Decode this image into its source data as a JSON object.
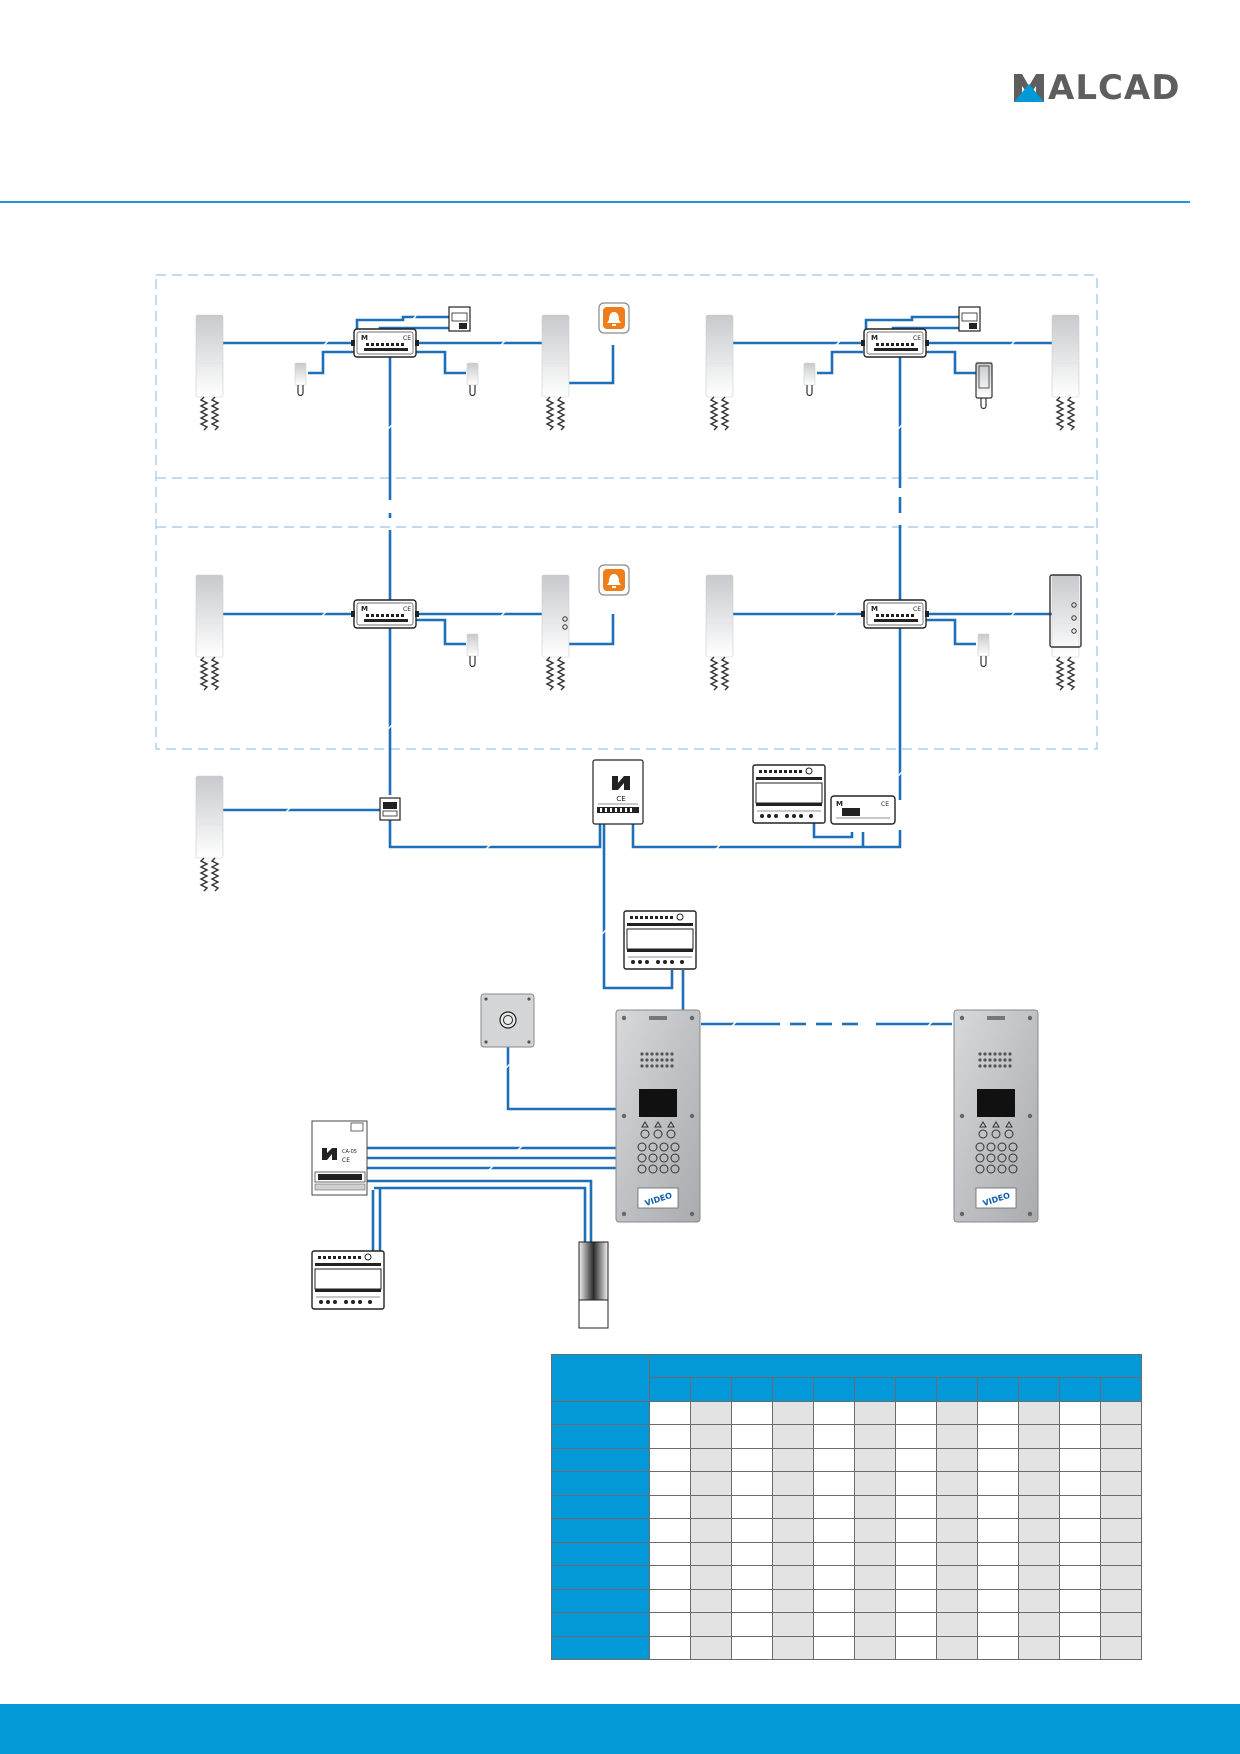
{
  "brand": {
    "name": "ALCAD",
    "logo_icon": "alcad-logo-icon",
    "color": "#0399d9",
    "text_color": "#5e5e5e"
  },
  "colors": {
    "accent": "#1a9ad9",
    "wire": "#1e6fb8",
    "boundary": "#9cc7e6",
    "table_header": "#0399d9",
    "table_alt": "#e3e3e4"
  },
  "diagram": {
    "icons": [
      "handset-monitor-icon",
      "junction-box-icon",
      "floor-switch-icon",
      "bell-button-icon",
      "power-supply-icon",
      "din-module-icon",
      "video-distributor-icon",
      "remote-button-icon",
      "access-controller-icon",
      "electric-lock-icon",
      "door-panel-icon"
    ],
    "door_panel_brand": "VIDEO"
  },
  "config_table": {
    "rows": 11,
    "columns": 12
  }
}
